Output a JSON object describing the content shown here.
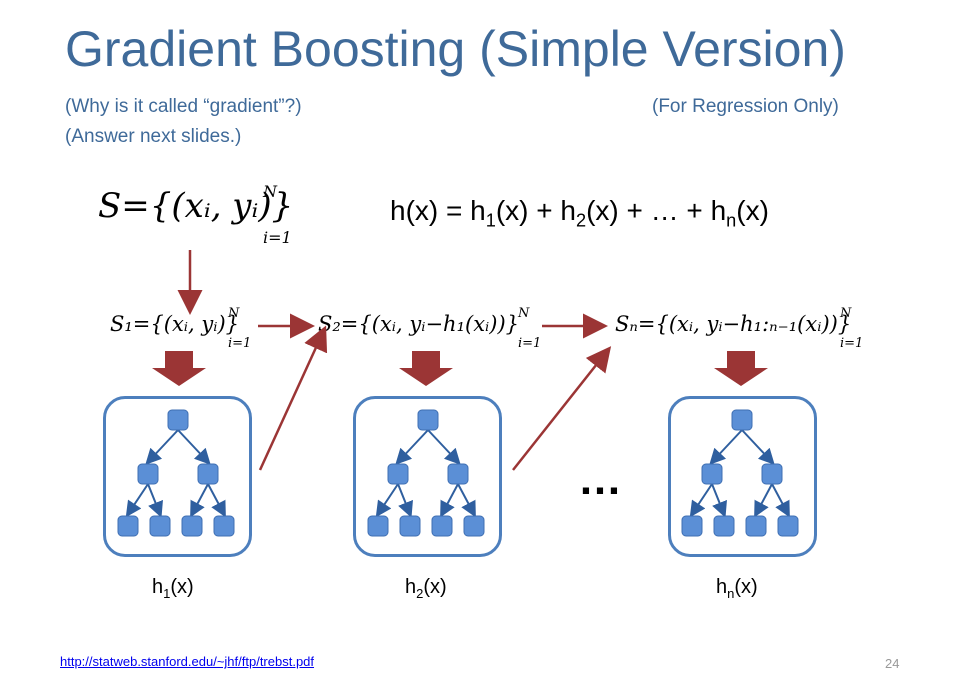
{
  "slide": {
    "title": "Gradient Boosting (Simple Version)",
    "subtitle_line1": "(Why is it called “gradient”?)",
    "subtitle_line2": "(Answer next slides.)",
    "regression_note": "(For Regression Only)",
    "source_link": "http://statweb.stanford.edu/~jhf/ftp/trebst.pdf",
    "page_number": "24"
  },
  "diagram": {
    "set_definition": {
      "body": "S={(xᵢ, yᵢ)}",
      "upper": "N",
      "lower": "i=1"
    },
    "ensemble_formula": {
      "lhs": "h(x) = h",
      "t1": "1",
      "p1": "(x) + h",
      "t2": "2",
      "p2": "(x)  + … + h",
      "tn": "n",
      "p3": "(x)"
    },
    "stages": [
      {
        "set_body": "S₁={(xᵢ, yᵢ)}",
        "upper": "N",
        "lower": "i=1",
        "model": "h",
        "model_sub": "1",
        "model_arg": "(x)"
      },
      {
        "set_body": "S₂={(xᵢ, yᵢ−h₁(xᵢ))}",
        "upper": "N",
        "lower": "i=1",
        "model": "h",
        "model_sub": "2",
        "model_arg": "(x)"
      },
      {
        "set_body": "Sₙ={(xᵢ, yᵢ−h₁:ₙ₋₁(xᵢ))}",
        "upper": "N",
        "lower": "i=1",
        "model": "h",
        "model_sub": "n",
        "model_arg": "(x)"
      }
    ],
    "ellipsis": "…",
    "colors": {
      "title": "#3f6a99",
      "arrow": "#9b3535",
      "tree_border": "#4d7fbd",
      "node_fill": "#5b8fd6",
      "edge": "#2f5f9f"
    }
  }
}
